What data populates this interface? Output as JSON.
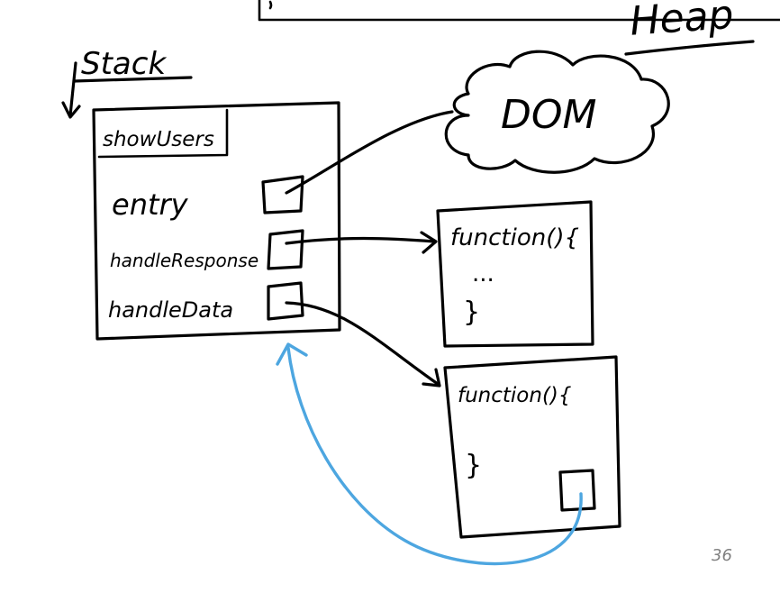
{
  "labels": {
    "heap": "Heap",
    "stack": "Stack",
    "frame_name": "showUsers",
    "dom": "DOM",
    "entry": "entry",
    "handle_response": "handleResponse",
    "handle_data": "handleData",
    "func1_header": "function(){",
    "func1_body": "...",
    "func1_close": "}",
    "func2_header": "function(){",
    "func2_close": "}"
  },
  "page_number": "36",
  "colors": {
    "ink": "#000000",
    "closure_arrow": "#4da6e0",
    "page_number": "#7f7f7f"
  }
}
